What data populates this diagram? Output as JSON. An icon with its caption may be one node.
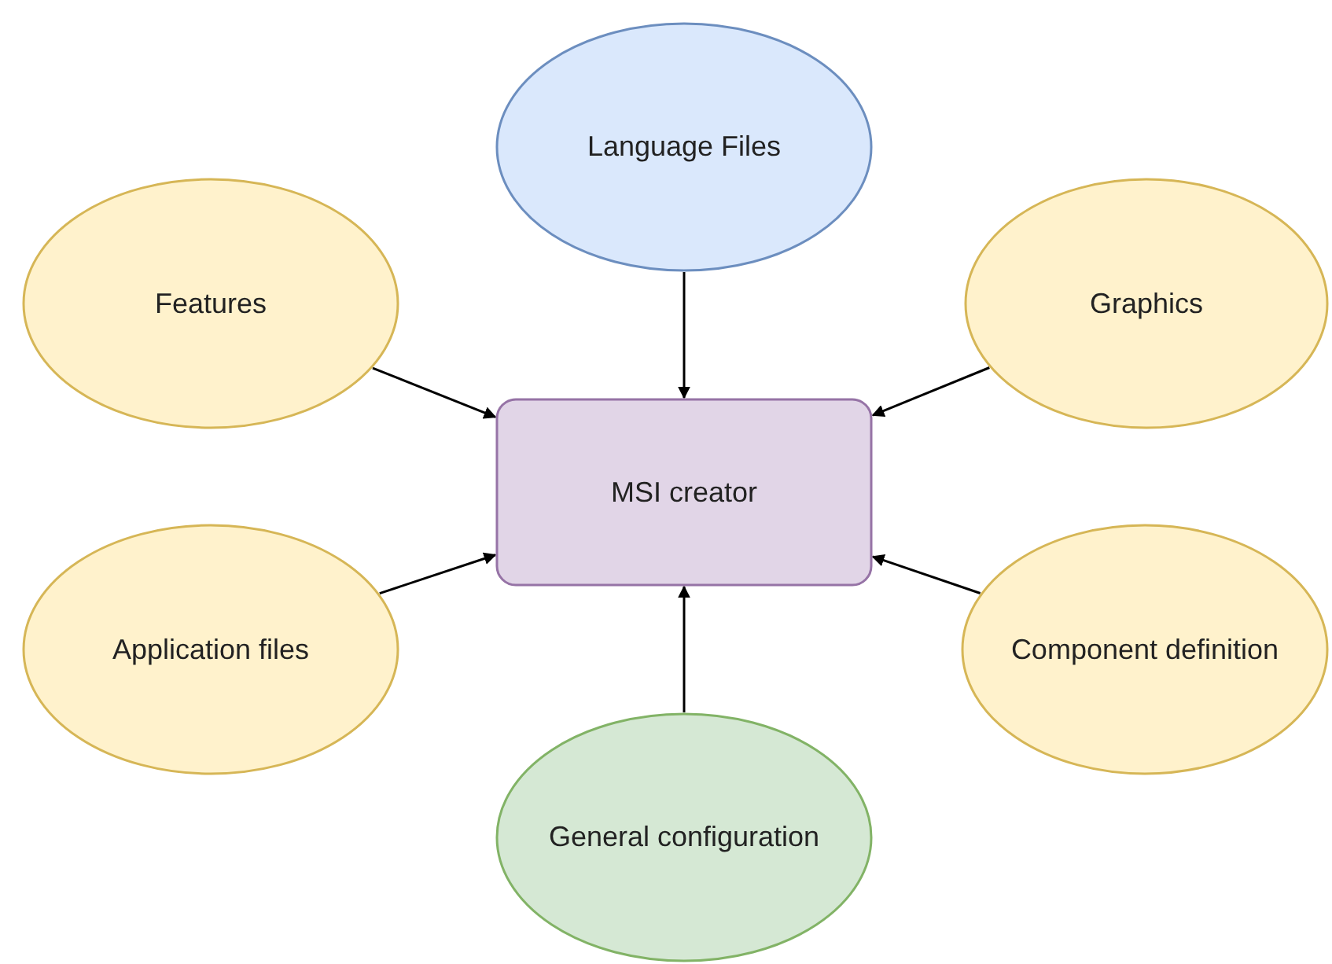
{
  "diagram": {
    "nodes": [
      {
        "text": [
          "Language Files"
        ]
      },
      {
        "text": [
          "Features"
        ]
      },
      {
        "text": [
          "Graphics"
        ]
      },
      {
        "text": [
          "MSI creator"
        ]
      },
      {
        "text": [
          "Application files"
        ]
      },
      {
        "text": [
          "Component definition"
        ]
      },
      {
        "text": [
          "General configuration"
        ]
      }
    ],
    "edges": [
      {
        "from": 0,
        "to": 3,
        "arrow": "to"
      },
      {
        "from": 1,
        "to": 3,
        "arrow": "to"
      },
      {
        "from": 2,
        "to": 3,
        "arrow": "to"
      },
      {
        "from": 4,
        "to": 3,
        "arrow": "to"
      },
      {
        "from": 5,
        "to": 3,
        "arrow": "to"
      },
      {
        "from": 6,
        "to": 3,
        "arrow": "to"
      }
    ]
  }
}
